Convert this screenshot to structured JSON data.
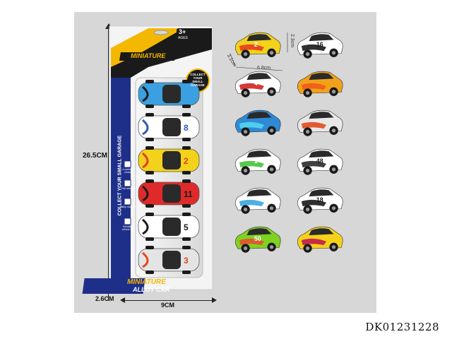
{
  "product_code": "DK01231228",
  "dimensions": {
    "height": "26.5CM",
    "depth": "2.6CM",
    "width": "9CM",
    "car_length": "6.8cm",
    "car_width": "3.1cm",
    "car_height": "2.3cm"
  },
  "package": {
    "age_badge": "3+",
    "age_sub": "AGES",
    "brand_top": "MINIATURE",
    "brand_bottom": "ALLOY CAR",
    "side_text": "COLLECT YOUR SMALL GARAGE",
    "collect_badge": "COLLECT YOUR SMALL GARAGE",
    "features": [
      "a variety of choices",
      "Fall resistant",
      "alloy material",
      "Simulation vehicle type"
    ]
  },
  "colors": {
    "backdrop": "#d7d7d7",
    "card_blue": "#1e2f8a",
    "card_yellow": "#f5b800",
    "card_white": "#f4f4f4"
  },
  "cars": [
    {
      "color": "#f2d21a",
      "accent": "#e53b20",
      "number": "2"
    },
    {
      "color": "#ffffff",
      "accent": "#1a1a1a",
      "number": "16"
    },
    {
      "color": "#ffffff",
      "accent": "#d42222",
      "number": "4"
    },
    {
      "color": "#f2a21a",
      "accent": "#f05a1a",
      "number": ""
    },
    {
      "color": "#2e8ad6",
      "accent": "#56d5ef",
      "number": ""
    },
    {
      "color": "#e8e8e8",
      "accent": "#e24a1c",
      "number": ""
    },
    {
      "color": "#ffffff",
      "accent": "#46c23c",
      "number": "1"
    },
    {
      "color": "#ffffff",
      "accent": "#2b2b2b",
      "number": "48"
    },
    {
      "color": "#ffffff",
      "accent": "#3ba6e0",
      "number": ""
    },
    {
      "color": "#ffffff",
      "accent": "#1a1a1a",
      "number": "18"
    },
    {
      "color": "#7ed321",
      "accent": "#e8502e",
      "number": "50"
    },
    {
      "color": "#f5d21a",
      "accent": "#c2184f",
      "number": ""
    }
  ],
  "pack_cars": [
    {
      "color": "#3aa0e0",
      "accent": "#1b1b1b",
      "number": ""
    },
    {
      "color": "#ffffff",
      "accent": "#2c5bb8",
      "number": "8"
    },
    {
      "color": "#f2d21a",
      "accent": "#e53b20",
      "number": "2"
    },
    {
      "color": "#e02a2a",
      "accent": "#1a1a1a",
      "number": "11"
    },
    {
      "color": "#ffffff",
      "accent": "#1a1a1a",
      "number": "5"
    },
    {
      "color": "#e4e4e4",
      "accent": "#e24a1c",
      "number": "3"
    }
  ]
}
